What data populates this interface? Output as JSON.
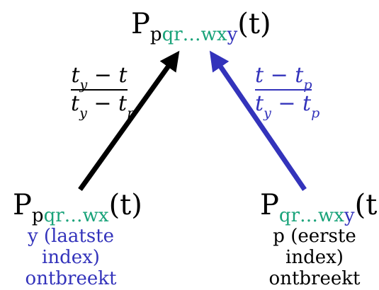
{
  "top_node": {
    "P": "P",
    "sub_p": "p",
    "sub_mid": "qr…wx",
    "sub_y": "y",
    "arg": "(t)"
  },
  "left_node": {
    "P": "P",
    "sub_p": "p",
    "sub_mid": "qr…wx",
    "arg": "(t)"
  },
  "right_node": {
    "P": "P",
    "sub_mid": "qr…wx",
    "sub_y": "y",
    "arg": "(t)"
  },
  "left_caption": {
    "line1": "y (laatste index)",
    "line2": "ontbreekt"
  },
  "right_caption": {
    "line1": "p (eerste index)",
    "line2": "ontbreekt"
  },
  "left_fraction": {
    "num_t": "t",
    "num_t_sub": "y",
    "num_rest": "− t",
    "den_t": "t",
    "den_t_sub": "y",
    "den_mid": "− t",
    "den_sub": "p"
  },
  "right_fraction": {
    "num": "t − t",
    "num_sub": "p",
    "den_t": "t",
    "den_t_sub": "y",
    "den_mid": "− t",
    "den_sub": "p"
  },
  "colors": {
    "black": "#000000",
    "green": "#1aa37a",
    "blue": "#3333bb"
  }
}
